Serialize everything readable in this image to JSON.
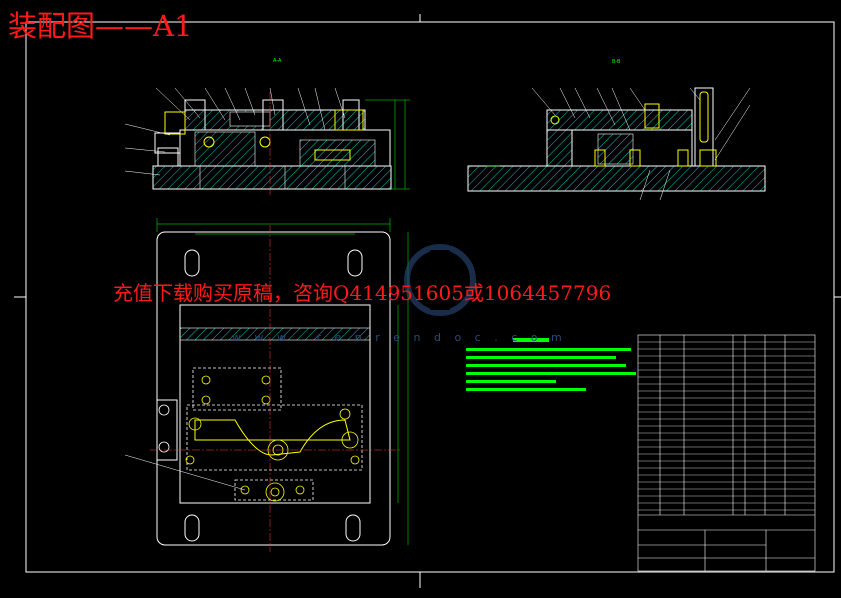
{
  "headline": "装配图——A1",
  "promo": "充值下载购买原稿，咨询Q414951605或1064457796",
  "watermark_url": "w w w . r e n r e n d o c . c o m",
  "views": {
    "front_title": "A-A",
    "side_title": "B-B"
  },
  "colors": {
    "linework": "#ffffff",
    "dims": "#00ff00",
    "parts": "#ffff00",
    "hatch": "#00c8c8",
    "frame": "#ffffff",
    "headline": "#ff1a1a",
    "watermark": "#2a4a7a"
  }
}
